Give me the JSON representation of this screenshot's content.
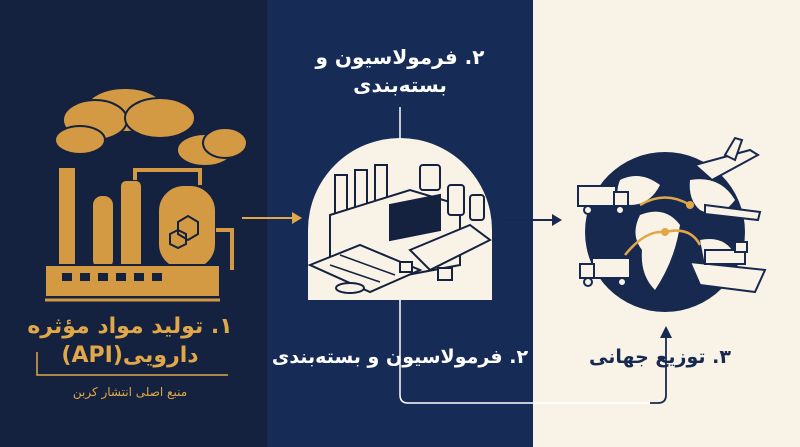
{
  "steps": {
    "api": {
      "title": "۱. تولید مواد مؤثره دارویی(API)",
      "caption": "منبع اصلی انتشار کربن"
    },
    "formulation": {
      "title_top": "۲. فرمولاسیون و بسته‌بندی",
      "title_bottom": "۲. فرمولاسیون و بسته‌بندی"
    },
    "distribution": {
      "title": "۳. توزیع جهانی"
    }
  },
  "colors": {
    "navy_dark": "#14213f",
    "navy": "#162b56",
    "cream": "#f8f3e6",
    "gold": "#e0a849"
  },
  "icons": [
    "factory-icon",
    "pharma-plant-icon",
    "globe-icon",
    "airplane-icon",
    "truck-icon",
    "ship-icon"
  ]
}
